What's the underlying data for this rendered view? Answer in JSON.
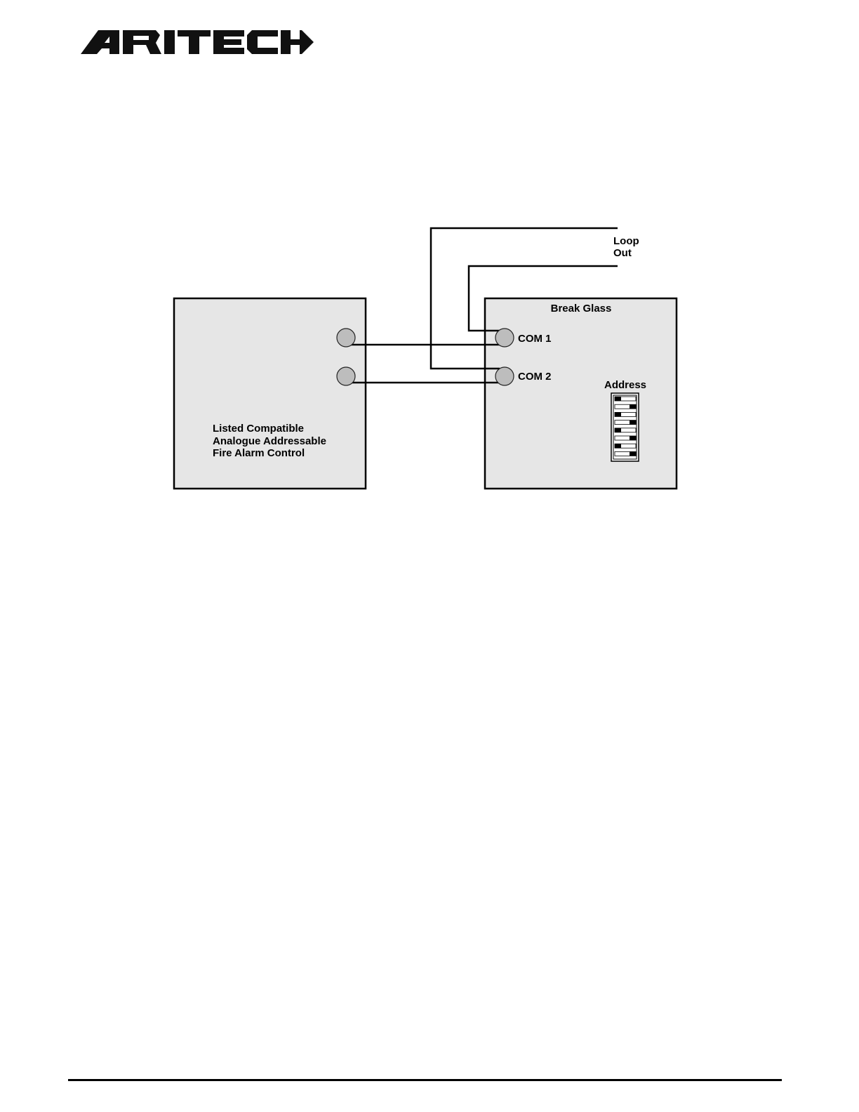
{
  "header": {
    "logo_text": "ARITECH"
  },
  "diagram": {
    "loop_out_line1": "Loop",
    "loop_out_line2": "Out",
    "panel": {
      "label_line1": "Listed Compatible",
      "label_line2": "Analogue Addressable",
      "label_line3": "Fire Alarm Control"
    },
    "device": {
      "title": "Break Glass",
      "com1": "COM 1",
      "com2": "COM 2",
      "address_label": "Address"
    }
  }
}
